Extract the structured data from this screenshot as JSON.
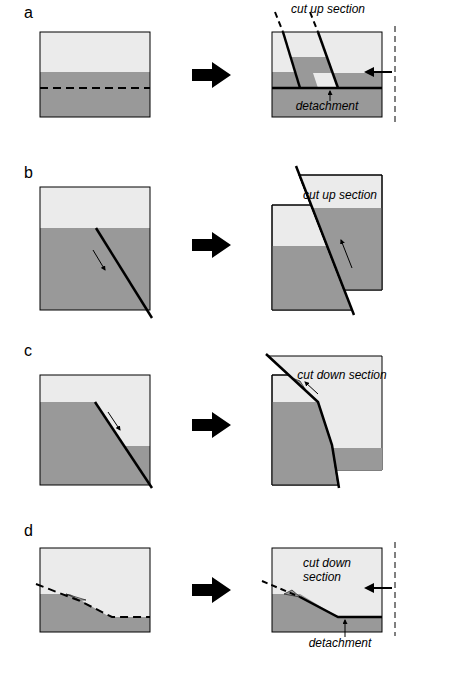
{
  "diagram": {
    "labels": [
      "a",
      "cut up section",
      "detachment",
      "b",
      "cut up section",
      "c",
      "cut down section",
      "d",
      "cut down section",
      "detachment"
    ]
  }
}
